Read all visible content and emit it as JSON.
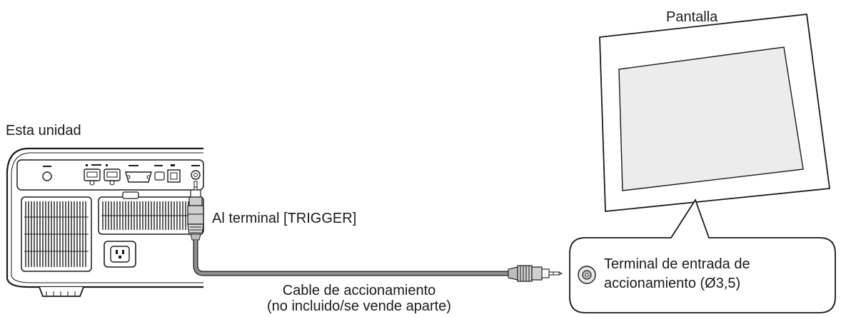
{
  "labels": {
    "screen": "Pantalla",
    "unit": "Esta unidad",
    "trigger_terminal": "Al terminal [TRIGGER]",
    "cable_line1": "Cable de accionamiento",
    "cable_line2": "(no incluido/se vende aparte)",
    "input_line1": "Terminal de entrada de",
    "input_line2": "accionamiento (Ø3,5)"
  },
  "colors": {
    "outline": "#1a1a1a",
    "cable": "#8f8f8f",
    "screen_frame": "#ffffff",
    "screen_panel": "#ececec"
  }
}
